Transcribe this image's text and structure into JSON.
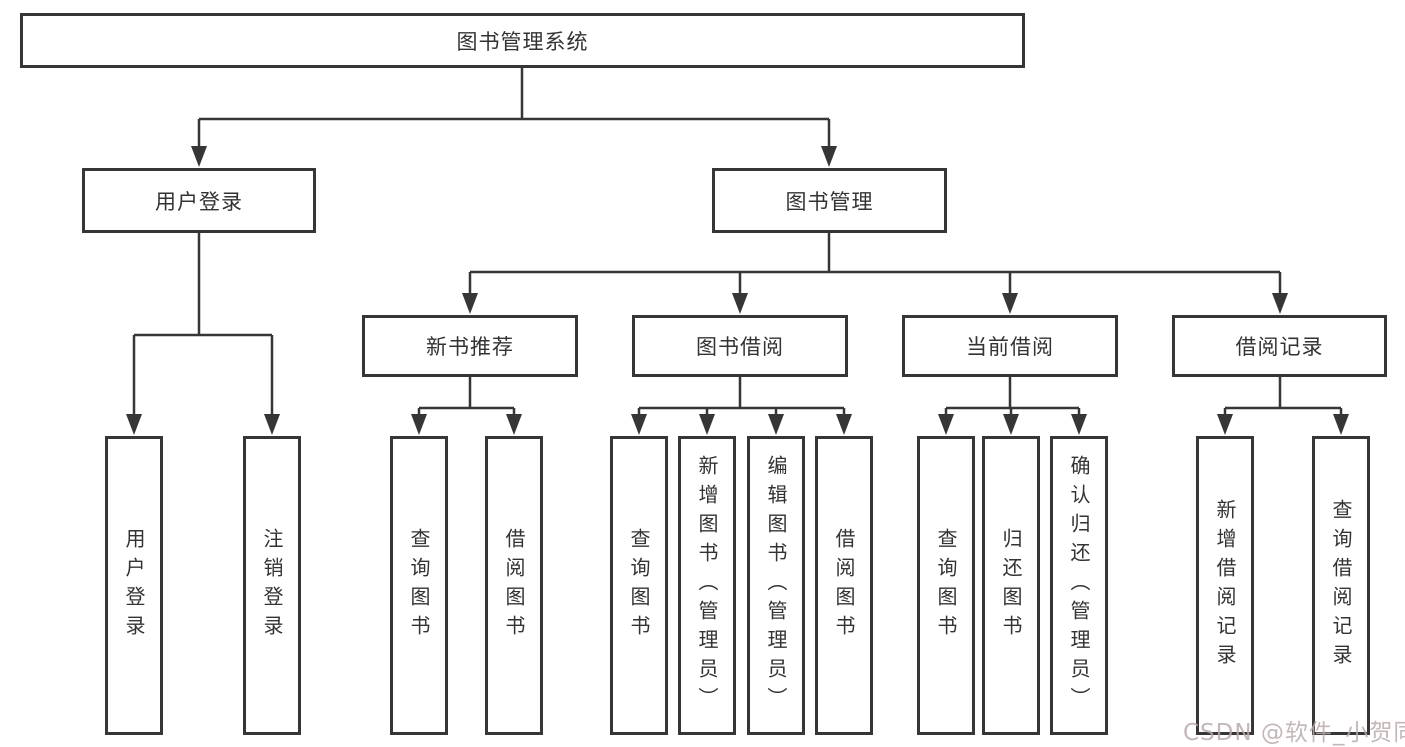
{
  "tree": {
    "root": {
      "label": "图书管理系统",
      "children": [
        {
          "label": "用户登录",
          "children": [
            {
              "label": "用户登录"
            },
            {
              "label": "注销登录"
            }
          ]
        },
        {
          "label": "图书管理",
          "children": [
            {
              "label": "新书推荐",
              "children": [
                {
                  "label": "查询图书"
                },
                {
                  "label": "借阅图书"
                }
              ]
            },
            {
              "label": "图书借阅",
              "children": [
                {
                  "label": "查询图书"
                },
                {
                  "label": "新增图书（管理员）"
                },
                {
                  "label": "编辑图书（管理员）"
                },
                {
                  "label": "借阅图书"
                }
              ]
            },
            {
              "label": "当前借阅",
              "children": [
                {
                  "label": "查询图书"
                },
                {
                  "label": "归还图书"
                },
                {
                  "label": "确认归还（管理员）"
                }
              ]
            },
            {
              "label": "借阅记录",
              "children": [
                {
                  "label": "新增借阅记录"
                },
                {
                  "label": "查询借阅记录"
                }
              ]
            }
          ]
        }
      ]
    }
  },
  "watermark": {
    "text": "CSDN @软件_小贺同学"
  },
  "colors": {
    "line": "#363636",
    "text": "#333333",
    "background": "#ffffff",
    "watermark": "#b9aaaa"
  }
}
